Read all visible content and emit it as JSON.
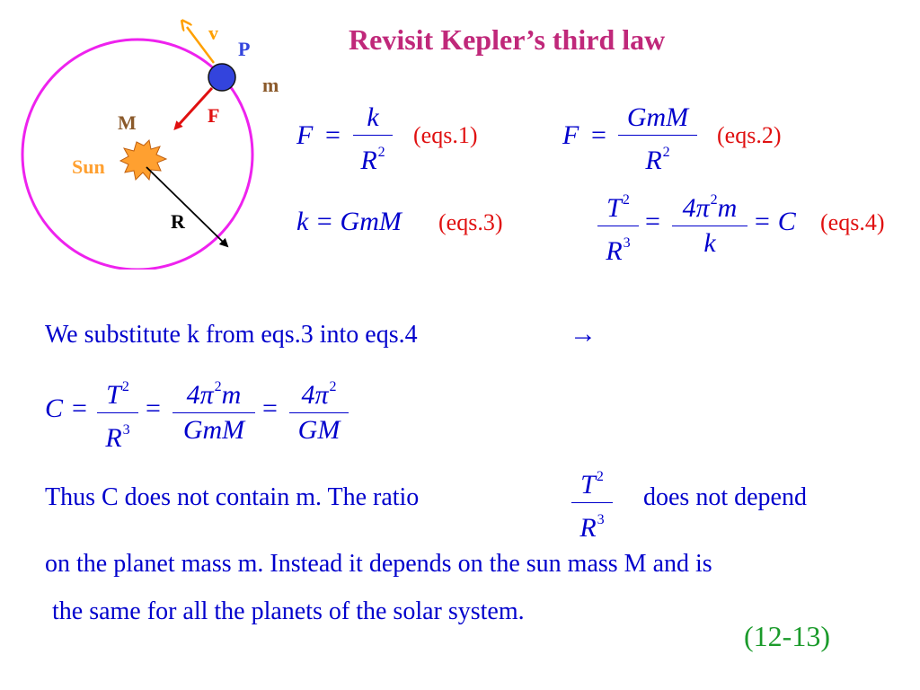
{
  "title": "Revisit Kepler’s third law",
  "diagram": {
    "label_v": "v",
    "label_p": "P",
    "label_m": "m",
    "label_f": "F",
    "label_big_m": "M",
    "label_sun": "Sun",
    "label_r": "R",
    "colors": {
      "orbit": "#ee22ee",
      "planet": "#3344dd",
      "sun": "#ffa030",
      "velocity_arrow": "#ffa000",
      "force_arrow": "#e01010",
      "radius_arrow": "#000000"
    }
  },
  "equations": {
    "eq1": {
      "lhs": "F",
      "eq": "=",
      "num": "k",
      "den": "R",
      "den_exp": "2",
      "label": "(eqs.1)"
    },
    "eq2": {
      "lhs": "F",
      "eq": "=",
      "num": "GmM",
      "den": "R",
      "den_exp": "2",
      "label": "(eqs.2)"
    },
    "eq3": {
      "text": "k = GmM",
      "label": "(eqs.3)"
    },
    "eq4": {
      "num1": "T",
      "num1_exp": "2",
      "den1": "R",
      "den1_exp": "3",
      "eq": "=",
      "num2_pre": "4π",
      "num2_exp": "2",
      "num2_post": "m",
      "den2": "k",
      "rhs": "= C",
      "label": "(eqs.4)"
    }
  },
  "substitution_line": {
    "text": "We substitute k from eqs.3  into eqs.4",
    "arrow": "→"
  },
  "result": {
    "lhs": "C",
    "eq": "=",
    "f1_num": "T",
    "f1_num_exp": "2",
    "f1_den": "R",
    "f1_den_exp": "3",
    "f2_num_pre": "4π",
    "f2_num_exp": "2",
    "f2_num_post": "m",
    "f2_den": "GmM",
    "f3_num_pre": "4π",
    "f3_num_exp": "2",
    "f3_den": "GM"
  },
  "conclusion": {
    "part1": "Thus C  does not contain m.    The ratio",
    "ratio_num": "T",
    "ratio_num_exp": "2",
    "ratio_den": "R",
    "ratio_den_exp": "3",
    "part2": "does not depend",
    "line2": "on the planet mass m.  Instead it depends on the sun mass M and is",
    "line3": "the same for all the planets of the solar system."
  },
  "slide_number": "(12-13)"
}
